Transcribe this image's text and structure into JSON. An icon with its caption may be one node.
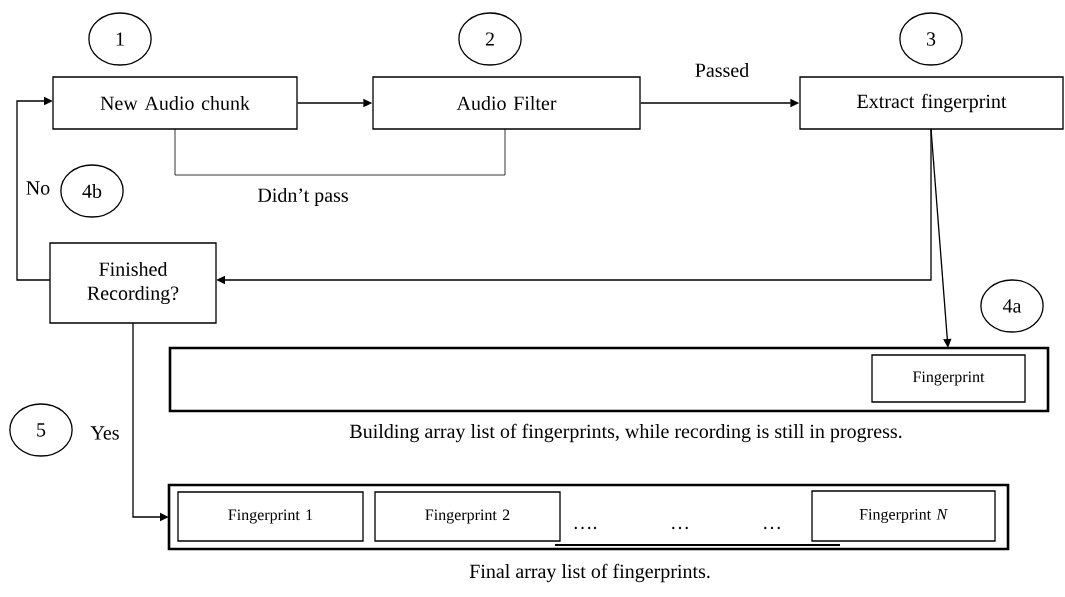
{
  "diagram": {
    "nodes": [
      {
        "text": [
          "1"
        ]
      },
      {
        "text": [
          "2"
        ]
      },
      {
        "text": [
          "3"
        ]
      },
      {
        "text": [
          "New Audio chunk"
        ]
      },
      {
        "text": [
          "Audio Filter"
        ]
      },
      {
        "text": [
          "Extract fingerprint"
        ]
      },
      {
        "text": [
          "4b"
        ]
      },
      {
        "text": [
          "Finished Recording?"
        ]
      },
      {
        "text": [
          "4a"
        ]
      },
      {
        "text": [],
        "shape": "box",
        "beside": [
          "Building array list of fingerprints, while recording is still in progress."
        ]
      },
      {
        "text": [
          "Fingerprint"
        ],
        "in": 9
      },
      {
        "text": [
          "5"
        ]
      },
      {
        "text": [],
        "shape": "box",
        "beside": [
          "Final array list of fingerprints."
        ]
      },
      {
        "text": [
          "Fingerprint 1"
        ],
        "in": 12
      },
      {
        "text": [
          "Fingerprint 2"
        ],
        "in": 12
      },
      {
        "text": [
          "Fingerprint *N*"
        ],
        "in": 12
      }
    ],
    "edges": [
      {
        "from": 3,
        "to": 4,
        "arrow": "to"
      },
      {
        "from": 4,
        "to": 5,
        "arrow": "to",
        "label": "Passed"
      },
      {
        "from": 4,
        "to": 3,
        "arrow": "none",
        "label": "Didn’t pass"
      },
      {
        "from": 5,
        "to": 7,
        "arrow": "to"
      },
      {
        "from": 5,
        "to": 9,
        "arrow": "to"
      },
      {
        "from": 7,
        "to": 3,
        "arrow": "to",
        "label": "No"
      },
      {
        "from": 7,
        "to": 12,
        "arrow": "to",
        "label": "Yes"
      }
    ],
    "labels": [
      "….",
      "…",
      "…"
    ]
  }
}
